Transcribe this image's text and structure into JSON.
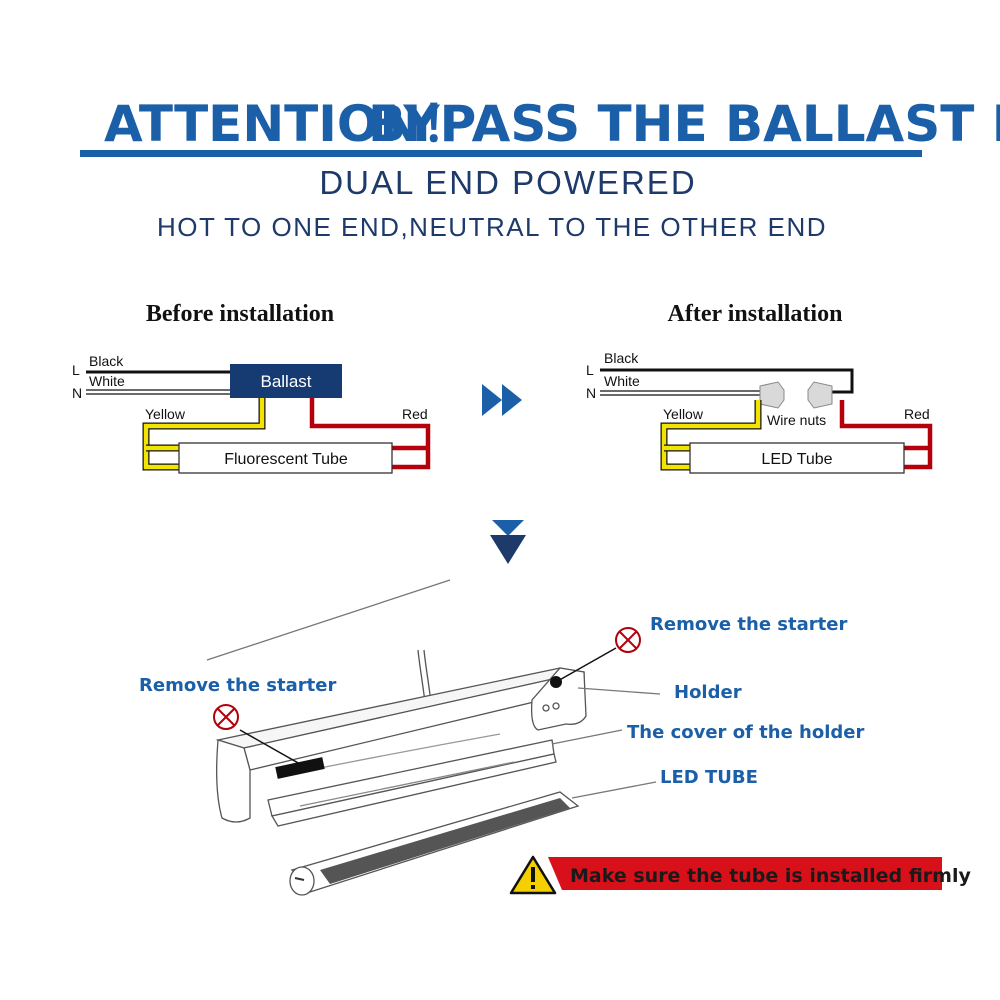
{
  "header": {
    "attention": "ATTENTION！",
    "headline": "BYPASS THE BALLAST FIRST",
    "subtitle": "DUAL END POWERED",
    "subtitle2": "HOT TO ONE END,NEUTRAL TO THE OTHER END"
  },
  "before": {
    "title": "Before installation",
    "line_label": "L",
    "neutral_label": "N",
    "black_label": "Black",
    "white_label": "White",
    "ballast_label": "Ballast",
    "yellow_label": "Yellow",
    "red_label": "Red",
    "tube_label": "Fluorescent Tube"
  },
  "after": {
    "title": "After installation",
    "line_label": "L",
    "neutral_label": "N",
    "black_label": "Black",
    "white_label": "White",
    "wirenuts_label": "Wire nuts",
    "yellow_label": "Yellow",
    "red_label": "Red",
    "tube_label": "LED Tube"
  },
  "illustration": {
    "remove_starter_right": "Remove the starter",
    "remove_starter_left": "Remove the starter",
    "holder": "Holder",
    "holder_cover": "The cover of the holder",
    "led_tube": "LED TUBE",
    "warning": "Make sure the tube is installed firmly"
  },
  "colors": {
    "title_blue": "#1a5fa8",
    "rule_blue": "#1a5fa8",
    "navy": "#1d3a6b",
    "ballast_box": "#163a72",
    "yellow_wire": "#f2e300",
    "red_wire": "#b3000a",
    "warning_red": "#d8101a",
    "warning_triangle": "#f5d000"
  }
}
